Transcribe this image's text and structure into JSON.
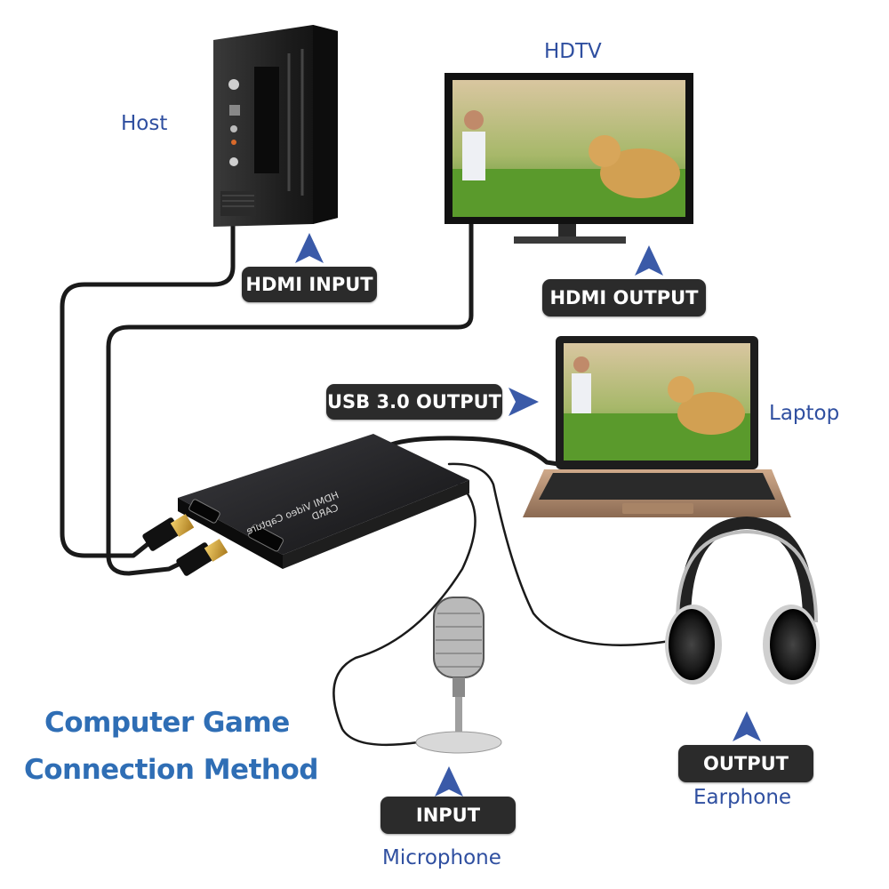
{
  "labels": {
    "host": "Host",
    "hdtv": "HDTV",
    "laptop": "Laptop",
    "earphone": "Earphone",
    "microphone": "Microphone"
  },
  "tags": {
    "hdmi_input": "HDMI  INPUT",
    "hdmi_output": "HDMI  OUTPUT",
    "usb_output": "USB 3.0 OUTPUT",
    "input": "INPUT",
    "output": "OUTPUT"
  },
  "title": {
    "line1": "Computer Game",
    "line2": "Connection Method"
  },
  "device": {
    "name_line1": "HDMI Video Capture",
    "name_line2": "CARD"
  },
  "colors": {
    "label_blue": "#2f4fa0",
    "title_blue": "#2f6eb5",
    "tag_bg": "#2b2b2b",
    "arrow_blue": "#3a5aa8",
    "cable": "#1a1a1a"
  }
}
